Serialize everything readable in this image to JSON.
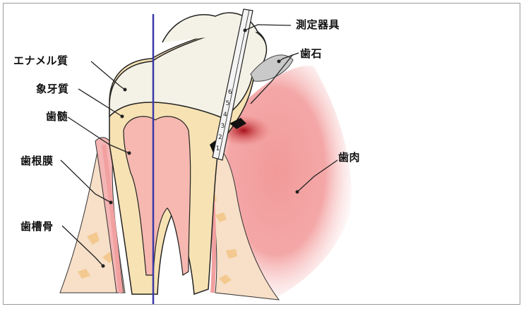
{
  "labels": {
    "enamel": "エナメル質",
    "dentin": "象牙質",
    "pulp": "歯髄",
    "periodontal_ligament": "歯根膜",
    "alveolar_bone": "歯槽骨",
    "probe": "測定器具",
    "calculus": "歯石",
    "gingiva": "歯肉"
  },
  "probe_marks": [
    "6",
    "5",
    "4",
    "3",
    "2",
    "1"
  ],
  "colors": {
    "enamel": "#f4f1e6",
    "dentin": "#f7e2b4",
    "pulp": "#f6b8b0",
    "gum": "#f39a9a",
    "bone": "#f7dfc8",
    "bone_spots": "#f3c98f",
    "midline": "#3a3aa8",
    "outline": "#222222",
    "calculus": "#c9c9c9",
    "inflammation": "#a8101a"
  }
}
